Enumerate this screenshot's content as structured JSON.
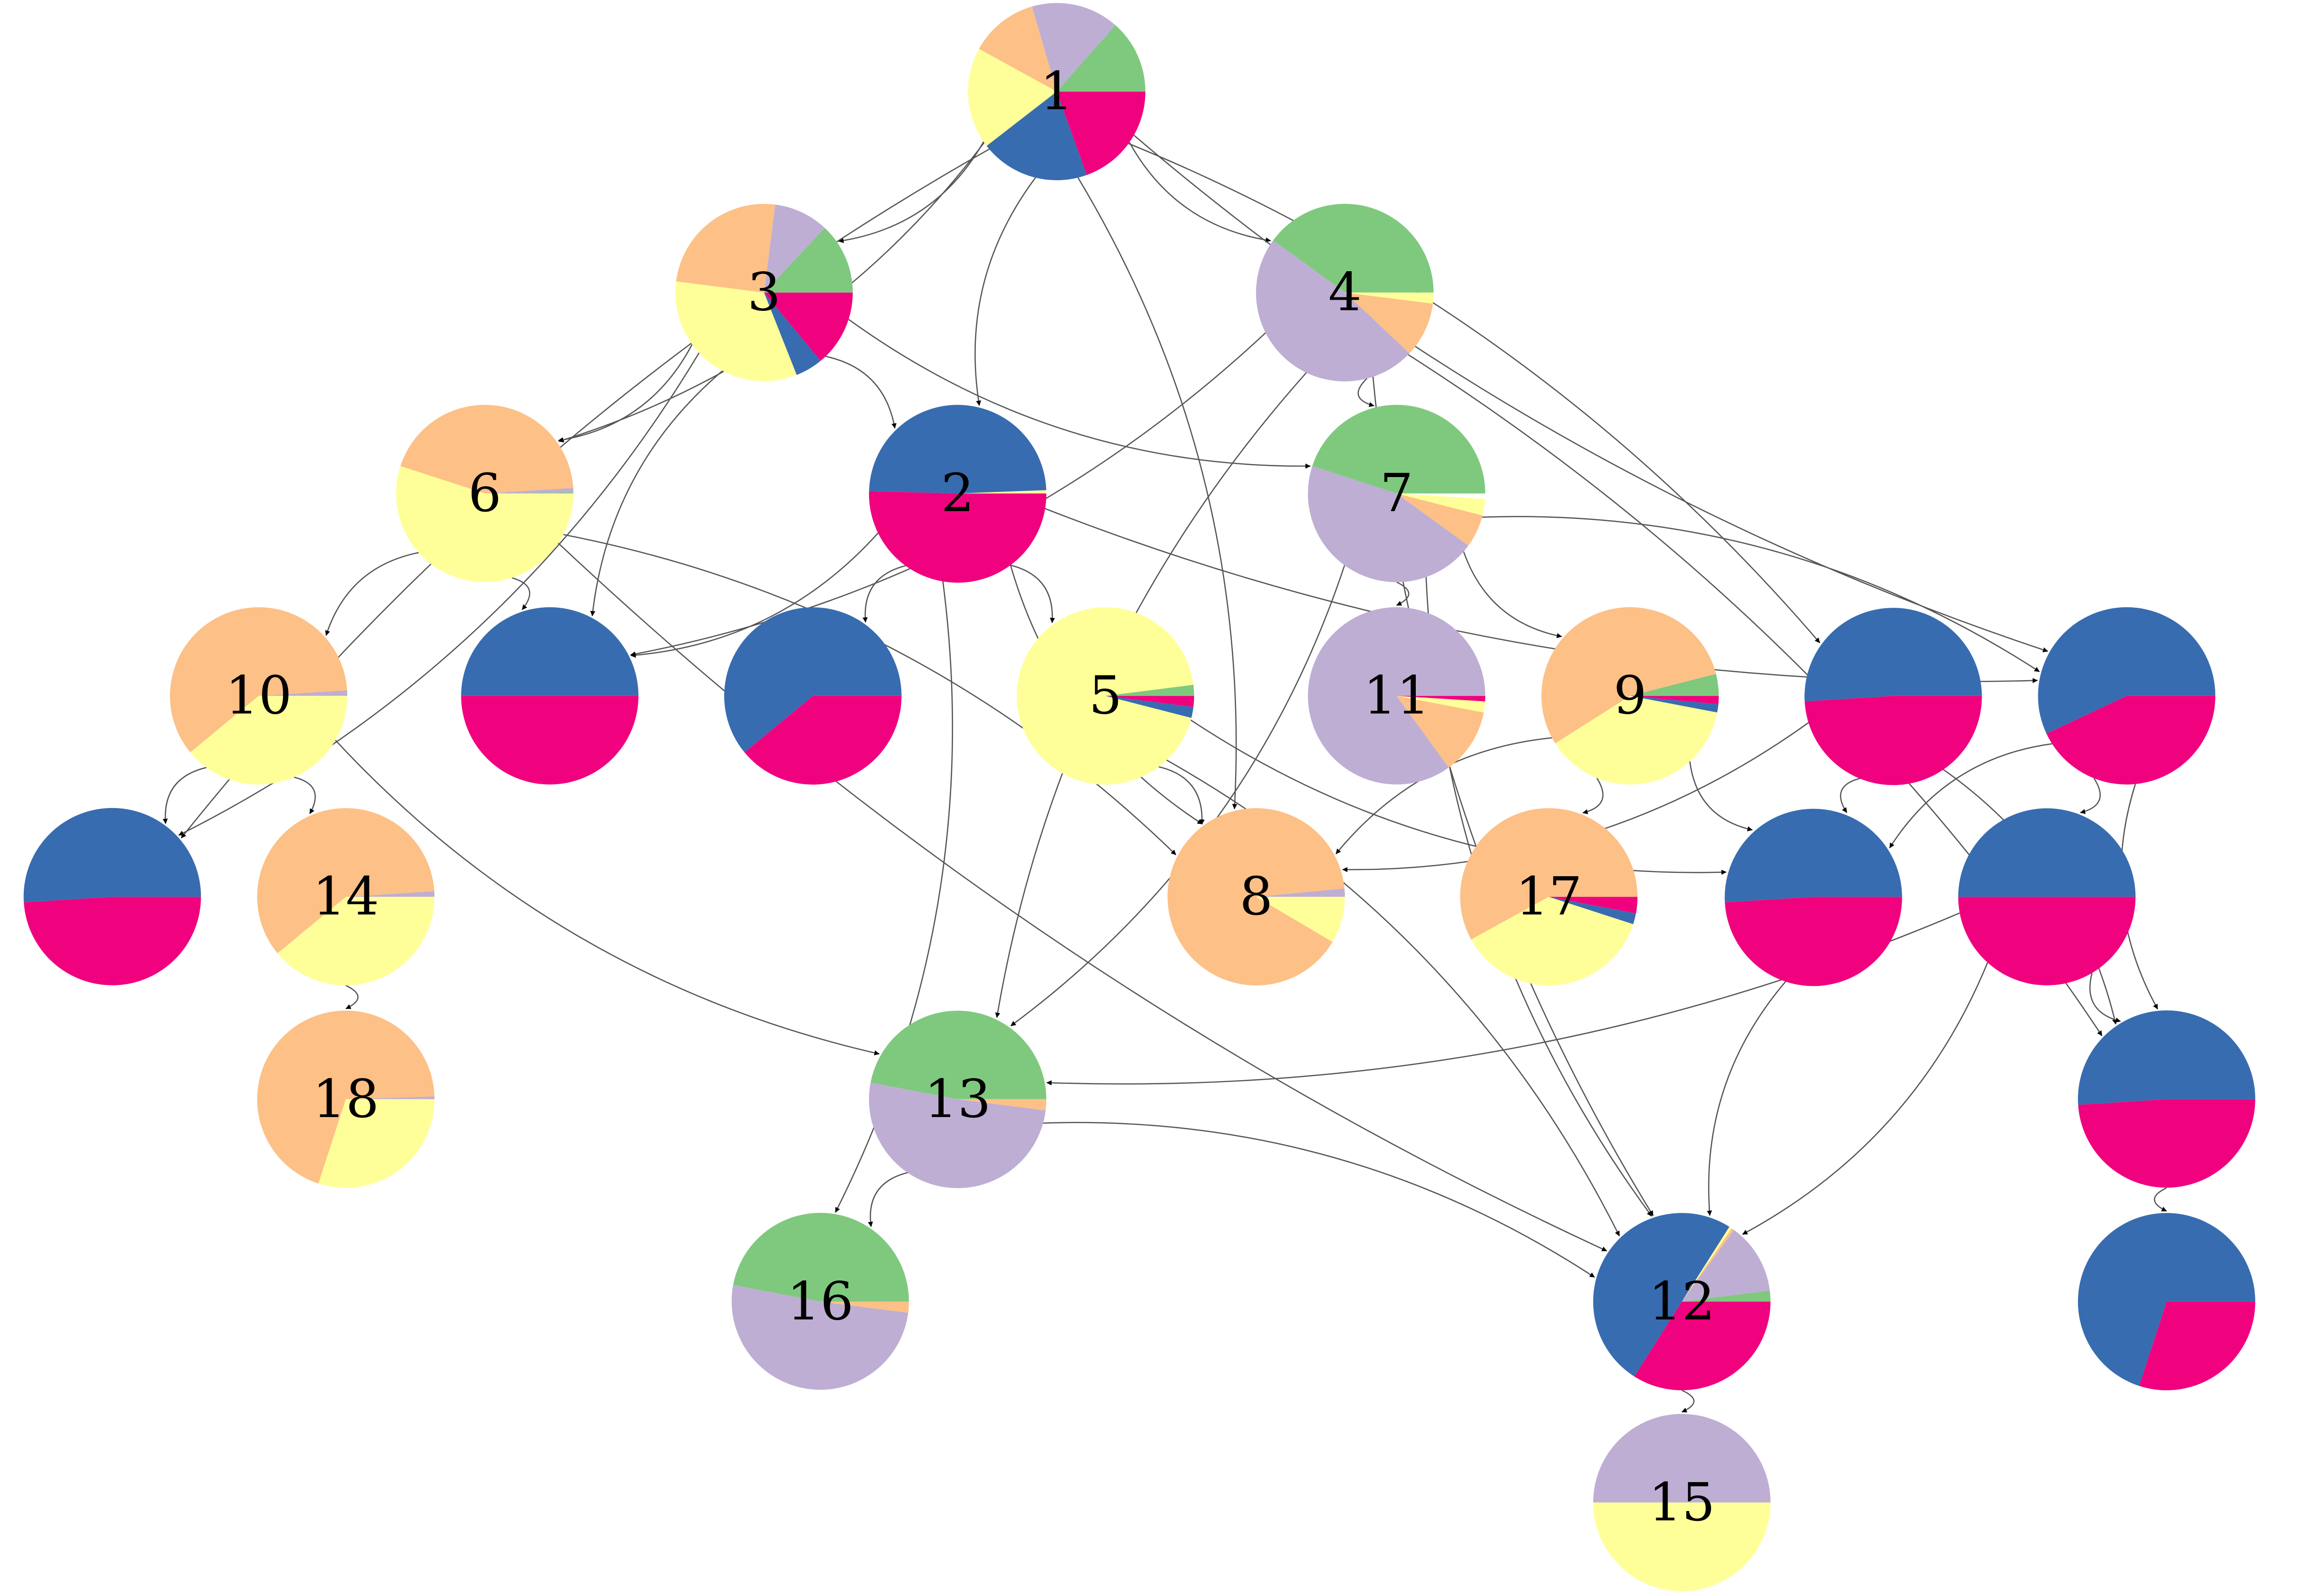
{
  "palette": {
    "green": "#7fc97f",
    "lavender": "#beaed4",
    "peach": "#fdc086",
    "yellow": "#ffff99",
    "blue": "#386cb0",
    "magenta": "#f0027f",
    "edge": "#555555"
  },
  "nodes": [
    {
      "id": "n1",
      "label": "1",
      "slices": [
        [
          "green",
          0.135
        ],
        [
          "lavender",
          0.16
        ],
        [
          "peach",
          0.125
        ],
        [
          "yellow",
          0.185
        ],
        [
          "blue",
          0.2
        ],
        [
          "magenta",
          0.195
        ]
      ]
    },
    {
      "id": "n2",
      "label": "2",
      "slices": [
        [
          "yellow",
          0.006
        ],
        [
          "blue",
          0.49
        ],
        [
          "magenta",
          0.504
        ]
      ]
    },
    {
      "id": "n3",
      "label": "3",
      "slices": [
        [
          "green",
          0.13
        ],
        [
          "lavender",
          0.1
        ],
        [
          "peach",
          0.25
        ],
        [
          "yellow",
          0.33
        ],
        [
          "blue",
          0.05
        ],
        [
          "magenta",
          0.14
        ]
      ]
    },
    {
      "id": "n4",
      "label": "4",
      "slices": [
        [
          "green",
          0.4
        ],
        [
          "lavender",
          0.48
        ],
        [
          "peach",
          0.1
        ],
        [
          "yellow",
          0.02
        ]
      ]
    },
    {
      "id": "n5",
      "label": "5",
      "slices": [
        [
          "green",
          0.02
        ],
        [
          "yellow",
          0.94
        ],
        [
          "blue",
          0.02
        ],
        [
          "magenta",
          0.02
        ]
      ]
    },
    {
      "id": "n6",
      "label": "6",
      "slices": [
        [
          "green",
          0.002
        ],
        [
          "lavender",
          0.008
        ],
        [
          "peach",
          0.44
        ],
        [
          "yellow",
          0.55
        ]
      ]
    },
    {
      "id": "n7",
      "label": "7",
      "slices": [
        [
          "green",
          0.45
        ],
        [
          "lavender",
          0.45
        ],
        [
          "peach",
          0.06
        ],
        [
          "yellow",
          0.03
        ]
      ]
    },
    {
      "id": "n8",
      "label": "8",
      "slices": [
        [
          "lavender",
          0.015
        ],
        [
          "peach",
          0.9
        ],
        [
          "yellow",
          0.085
        ]
      ]
    },
    {
      "id": "n9",
      "label": "9",
      "slices": [
        [
          "green",
          0.04
        ],
        [
          "peach",
          0.55
        ],
        [
          "yellow",
          0.38
        ],
        [
          "blue",
          0.015
        ],
        [
          "magenta",
          0.015
        ]
      ]
    },
    {
      "id": "n10",
      "label": "10",
      "slices": [
        [
          "lavender",
          0.01
        ],
        [
          "peach",
          0.6
        ],
        [
          "yellow",
          0.39
        ]
      ]
    },
    {
      "id": "n11",
      "label": "11",
      "slices": [
        [
          "lavender",
          0.85
        ],
        [
          "peach",
          0.12
        ],
        [
          "yellow",
          0.02
        ],
        [
          "magenta",
          0.01
        ]
      ]
    },
    {
      "id": "n12",
      "label": "12",
      "slices": [
        [
          "green",
          0.02
        ],
        [
          "lavender",
          0.13
        ],
        [
          "peach",
          0.005
        ],
        [
          "yellow",
          0.005
        ],
        [
          "blue",
          0.5
        ],
        [
          "magenta",
          0.34
        ]
      ]
    },
    {
      "id": "n13",
      "label": "13",
      "slices": [
        [
          "green",
          0.47
        ],
        [
          "lavender",
          0.51
        ],
        [
          "peach",
          0.02
        ]
      ]
    },
    {
      "id": "n14",
      "label": "14",
      "slices": [
        [
          "lavender",
          0.01
        ],
        [
          "peach",
          0.6
        ],
        [
          "yellow",
          0.39
        ]
      ]
    },
    {
      "id": "n15",
      "label": "15",
      "slices": [
        [
          "lavender",
          0.5
        ],
        [
          "yellow",
          0.5
        ]
      ]
    },
    {
      "id": "n16",
      "label": "16",
      "slices": [
        [
          "green",
          0.47
        ],
        [
          "lavender",
          0.51
        ],
        [
          "peach",
          0.02
        ]
      ]
    },
    {
      "id": "n17",
      "label": "17",
      "slices": [
        [
          "peach",
          0.58
        ],
        [
          "yellow",
          0.37
        ],
        [
          "blue",
          0.02
        ],
        [
          "magenta",
          0.03
        ]
      ]
    },
    {
      "id": "u1",
      "label": "",
      "slices": [
        [
          "blue",
          0.51
        ],
        [
          "magenta",
          0.49
        ]
      ]
    },
    {
      "id": "u2",
      "label": "",
      "slices": [
        [
          "blue",
          0.5
        ],
        [
          "magenta",
          0.5
        ]
      ]
    },
    {
      "id": "u3",
      "label": "",
      "slices": [
        [
          "blue",
          0.61
        ],
        [
          "magenta",
          0.39
        ]
      ]
    },
    {
      "id": "n18",
      "label": "18",
      "slices": [
        [
          "lavender",
          0.005
        ],
        [
          "peach",
          0.695
        ],
        [
          "yellow",
          0.3
        ]
      ]
    },
    {
      "id": "u4",
      "label": "",
      "slices": [
        [
          "blue",
          0.51
        ],
        [
          "magenta",
          0.49
        ]
      ]
    },
    {
      "id": "u5",
      "label": "",
      "slices": [
        [
          "blue",
          0.57
        ],
        [
          "magenta",
          0.43
        ]
      ]
    },
    {
      "id": "u6",
      "label": "",
      "slices": [
        [
          "blue",
          0.51
        ],
        [
          "magenta",
          0.49
        ]
      ]
    },
    {
      "id": "u7",
      "label": "",
      "slices": [
        [
          "blue",
          0.5
        ],
        [
          "magenta",
          0.5
        ]
      ]
    },
    {
      "id": "u8",
      "label": "",
      "slices": [
        [
          "blue",
          0.51
        ],
        [
          "magenta",
          0.49
        ]
      ]
    },
    {
      "id": "u9",
      "label": "",
      "slices": [
        [
          "blue",
          0.7
        ],
        [
          "magenta",
          0.3
        ]
      ]
    }
  ],
  "edges": [
    [
      "n1",
      "n3"
    ],
    [
      "n1",
      "n4"
    ],
    [
      "n1",
      "n6"
    ],
    [
      "n1",
      "n2"
    ],
    [
      "n1",
      "n8"
    ],
    [
      "n1",
      "u1"
    ],
    [
      "n1",
      "u4"
    ],
    [
      "n1",
      "u5"
    ],
    [
      "n3",
      "n6"
    ],
    [
      "n3",
      "u2"
    ],
    [
      "n3",
      "n2"
    ],
    [
      "n3",
      "n7"
    ],
    [
      "n3",
      "u1"
    ],
    [
      "n4",
      "n7"
    ],
    [
      "n4",
      "u2"
    ],
    [
      "n4",
      "n13"
    ],
    [
      "n4",
      "u8"
    ],
    [
      "n4",
      "n12"
    ],
    [
      "n6",
      "u2"
    ],
    [
      "n6",
      "n10"
    ],
    [
      "n6",
      "n8"
    ],
    [
      "n6",
      "n12"
    ],
    [
      "n2",
      "u2"
    ],
    [
      "n2",
      "u3"
    ],
    [
      "n2",
      "n5"
    ],
    [
      "n2",
      "n8"
    ],
    [
      "n2",
      "n16"
    ],
    [
      "n2",
      "u5"
    ],
    [
      "n7",
      "n11"
    ],
    [
      "n7",
      "n9"
    ],
    [
      "n7",
      "n13"
    ],
    [
      "n7",
      "n12"
    ],
    [
      "n7",
      "u5"
    ],
    [
      "n10",
      "u1"
    ],
    [
      "n10",
      "n14"
    ],
    [
      "n10",
      "n13"
    ],
    [
      "n5",
      "n8"
    ],
    [
      "n5",
      "u6"
    ],
    [
      "n5",
      "n12"
    ],
    [
      "n9",
      "n8"
    ],
    [
      "n9",
      "n17"
    ],
    [
      "n9",
      "u6"
    ],
    [
      "u4",
      "n8"
    ],
    [
      "u4",
      "u6"
    ],
    [
      "u4",
      "u8"
    ],
    [
      "u5",
      "u6"
    ],
    [
      "u5",
      "u7"
    ],
    [
      "u5",
      "u8"
    ],
    [
      "n14",
      "n18"
    ],
    [
      "u6",
      "n12"
    ],
    [
      "u7",
      "n13"
    ],
    [
      "u7",
      "u8"
    ],
    [
      "u7",
      "n12"
    ],
    [
      "n13",
      "n16"
    ],
    [
      "n13",
      "n12"
    ],
    [
      "u8",
      "u9"
    ],
    [
      "n12",
      "n15"
    ]
  ]
}
